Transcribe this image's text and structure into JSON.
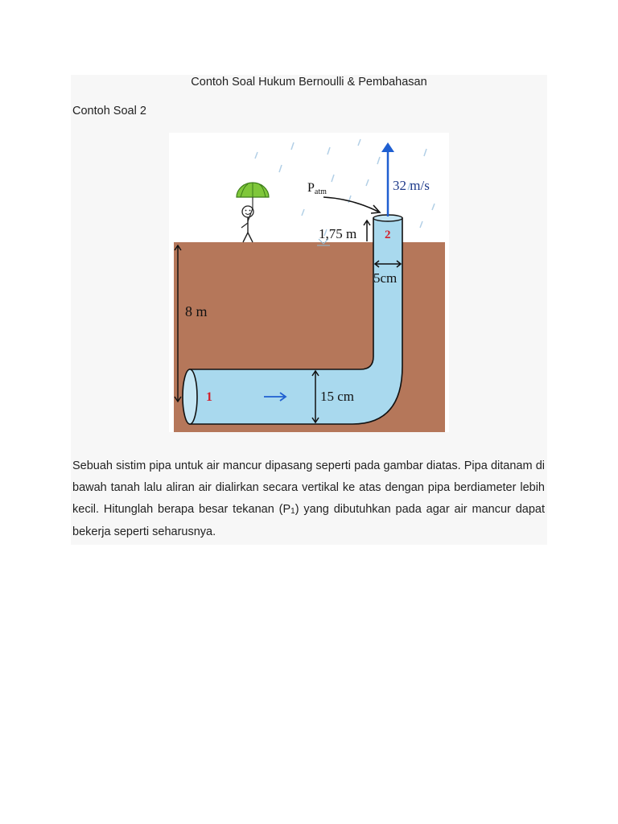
{
  "document": {
    "title": "Contoh Soal Hukum Bernoulli & Pembahasan",
    "section_heading": "Contoh Soal 2",
    "paragraph": {
      "before_sub": "Sebuah sistim pipa untuk air mancur dipasang seperti pada gambar diatas. Pipa ditanam di bawah tanah lalu aliran air dialirkan secara vertikal ke atas dengan pipa berdiameter lebih kecil. Hitunglah berapa besar tekanan (P",
      "sub": "1",
      "after_sub": ") yang dibutuhkan pada agar air mancur dapat bekerja seperti seharusnya."
    }
  },
  "figure": {
    "labels": {
      "velocity": "32 m/s",
      "p_atm_main": "P",
      "p_atm_sub": "atm",
      "height_above": "1,75 m",
      "point_2": "2",
      "small_diameter": "5cm",
      "depth": "8 m",
      "point_1": "1",
      "large_diameter": "15 cm"
    },
    "colors": {
      "soil": "#b5775a",
      "water": "#a9d9ee",
      "pipe_outline": "#111111",
      "point_label": "#d21f2a",
      "flow_arrow": "#1f5fd1",
      "umbrella": "#7fc73a"
    }
  }
}
